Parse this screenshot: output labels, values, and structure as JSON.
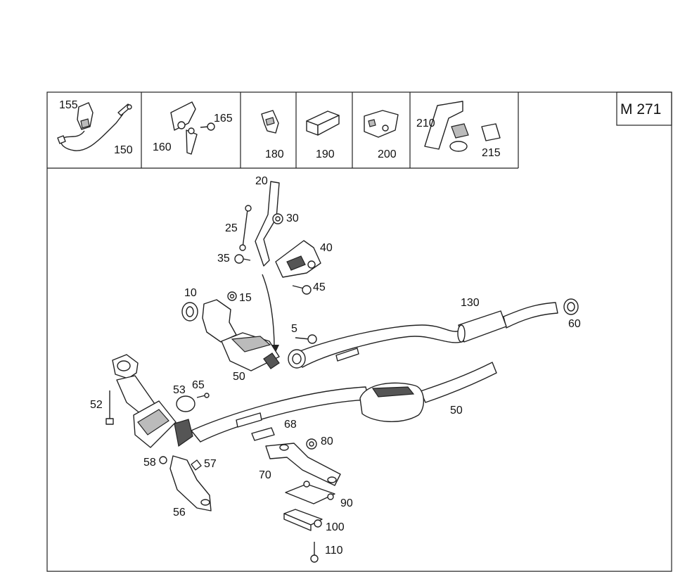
{
  "model_code": "M 271",
  "top_row_callouts": [
    "155",
    "150",
    "160",
    "165",
    "180",
    "190",
    "200",
    "210",
    "215"
  ],
  "main_callouts": [
    "20",
    "30",
    "25",
    "40",
    "35",
    "45",
    "10",
    "15",
    "50",
    "130",
    "60",
    "5",
    "52",
    "53",
    "65",
    "50",
    "68",
    "80",
    "58",
    "57",
    "70",
    "56",
    "90",
    "100",
    "110"
  ],
  "icons": [
    "exhaust-manifold-icon",
    "catalytic-converter-icon",
    "oxygen-sensor-icon",
    "exhaust-pipe-icon",
    "muffler-icon",
    "clamp-icon",
    "bracket-icon",
    "bolt-icon",
    "nut-icon",
    "gasket-icon",
    "rubber-mount-icon",
    "arrow-icon"
  ]
}
